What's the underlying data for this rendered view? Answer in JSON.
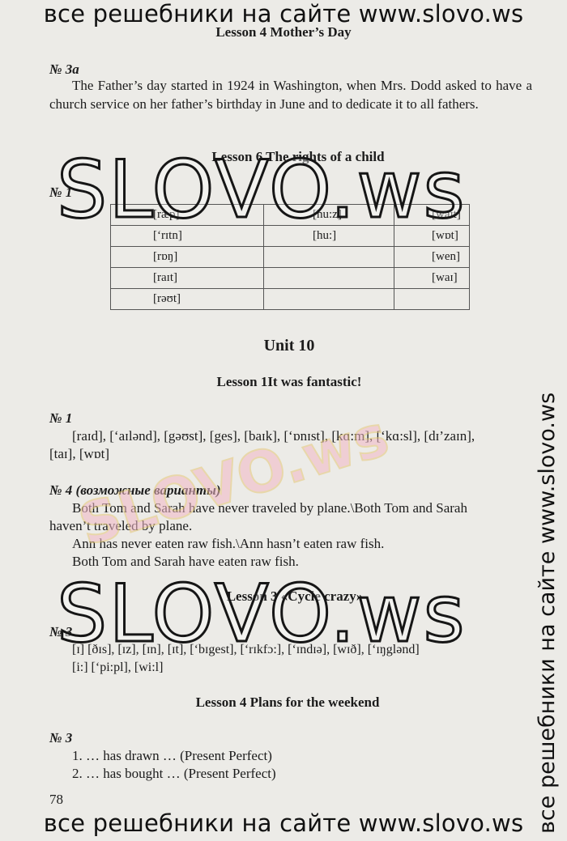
{
  "banner_text": "все решебники на сайте www.slovo.ws",
  "watermark_text": "SLOVO.ws",
  "lesson4_mothers_day": {
    "title": "Lesson 4 Mother’s Day",
    "task": "№ 3a",
    "paragraph": "The Father’s day started in 1924 in Washington, when Mrs. Dodd asked to have a church service on her father’s birthday in June and to dedicate it to all fathers."
  },
  "lesson6": {
    "title": "Lesson 6 The rights of a child",
    "task": "№ 1",
    "table": [
      [
        "[ræp]",
        "[hu:z]",
        "[waɪt]"
      ],
      [
        "[‘rɪtn]",
        "[hu:]",
        "[wɒt]"
      ],
      [
        "[rɒŋ]",
        "",
        "[wen]"
      ],
      [
        "[raɪt]",
        "",
        "[waɪ]"
      ],
      [
        "[rəʊt]",
        "",
        ""
      ]
    ]
  },
  "unit_title": "Unit 10",
  "lesson1": {
    "title": "Lesson 1It was fantastic!",
    "task1": "№ 1",
    "task1_line1": "[raɪd], [‘aɪlənd], [gəʊst], [ges], [baɪk], [‘ɒnɪst], [kɑ:m], [‘kɑ:sl], [dɪ’zaɪn],",
    "task1_line2": "[taɪ], [wɒt]",
    "task4": "№ 4 (возможные варианты)",
    "task4_line1": "Both Tom and Sarah have never traveled by plane.\\Both Tom and Sarah",
    "task4_line2": "haven’t traveled by plane.",
    "task4_line3": "Ann has never eaten raw fish.\\Ann hasn’t eaten raw fish.",
    "task4_line4": "Both Tom and Sarah have eaten raw fish."
  },
  "lesson3": {
    "title": "Lesson 3 «Cycle crazy»",
    "task": "№ 3",
    "line1": "[ɪ] [ðɪs], [ɪz], [ɪn], [ɪt], [‘bɪgest], [‘rɪkfɔ:], [‘ɪndɪə], [wɪð], [‘ɪŋglənd]",
    "line2": "[i:] [‘pi:pl], [wi:l]"
  },
  "lesson4_plans": {
    "title": "Lesson 4 Plans for the weekend",
    "task": "№ 3",
    "item1": "1.   … has drawn … (Present Perfect)",
    "item2": "2.   … has bought … (Present Perfect)"
  },
  "page_number": "78"
}
